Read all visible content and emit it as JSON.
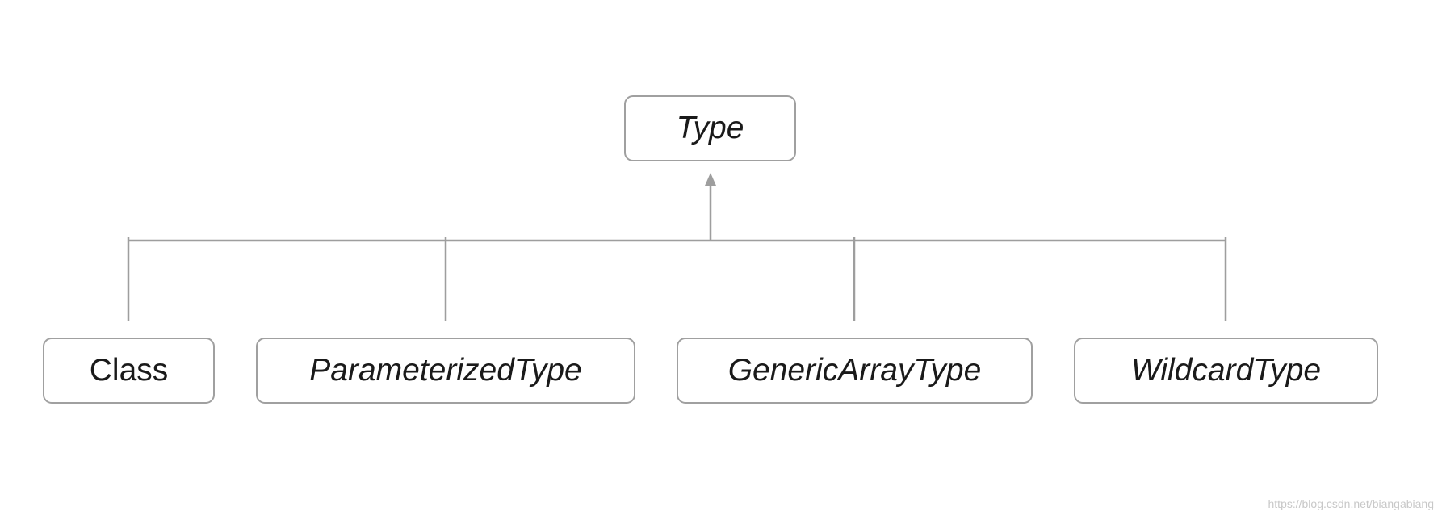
{
  "diagram": {
    "root": {
      "label": "Type",
      "italic": true
    },
    "children": [
      {
        "label": "Class",
        "italic": false
      },
      {
        "label": "ParameterizedType",
        "italic": true
      },
      {
        "label": "GenericArrayType",
        "italic": true
      },
      {
        "label": "WildcardType",
        "italic": true
      }
    ]
  },
  "watermark": "https://blog.csdn.net/biangabiang"
}
